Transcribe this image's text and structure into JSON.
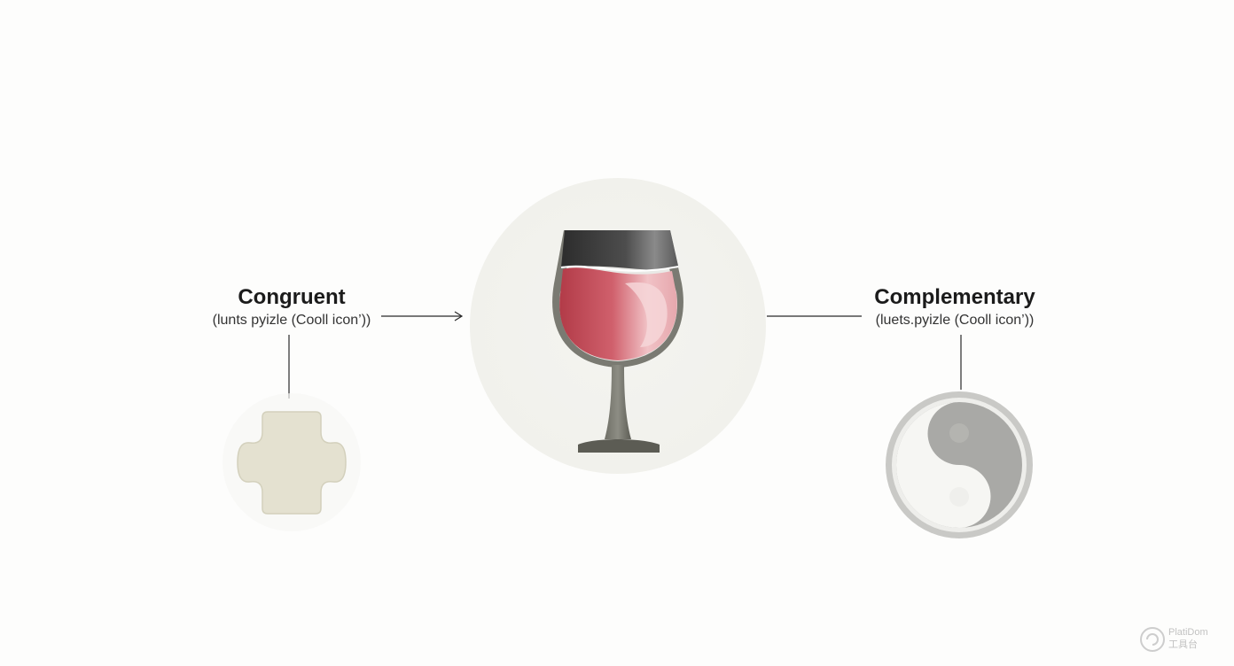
{
  "left": {
    "title": "Congruent",
    "subtitle": "(lunts pyizle (Cooll icon’))"
  },
  "right": {
    "title": "Complementary",
    "subtitle": "(luets.pyizle (Cooll icon’))"
  },
  "center_icon": "wine-glass-icon",
  "left_icon": "puzzle-piece-icon",
  "right_icon": "yin-yang-icon",
  "colors": {
    "wine": "#c84a56",
    "glass_rim": "#3c3c3c",
    "puzzle": "#e4e1d0",
    "circle_bg": "#f3f3ee",
    "yinyang_dark": "#a9a9a6",
    "yinyang_light": "#f6f6f3"
  },
  "watermark": {
    "line1": "PlatiDom",
    "line2": "工具台"
  }
}
